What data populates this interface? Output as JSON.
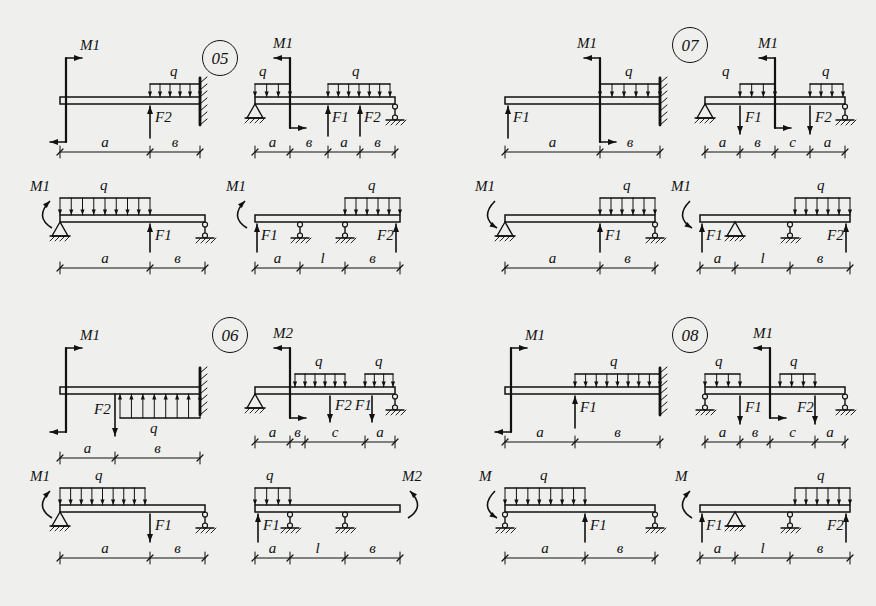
{
  "diagram": {
    "nodes": [
      {
        "text": [
          "05"
        ]
      },
      {
        "text": [
          "07"
        ]
      },
      {
        "text": [
          "06"
        ]
      },
      {
        "text": [
          "08"
        ]
      }
    ],
    "labels": [
      "M1",
      "q",
      "F2",
      "a",
      "в",
      "q",
      "M1",
      "q",
      "F1",
      "F2",
      "a",
      "в",
      "a",
      "в",
      "M1",
      "q",
      "F1",
      "a",
      "в",
      "M1",
      "q",
      "F1",
      "F2",
      "a",
      "l",
      "в",
      "F1",
      "M1",
      "q",
      "a",
      "в",
      "q",
      "M1",
      "q",
      "F1",
      "F2",
      "a",
      "в",
      "c",
      "a",
      "M1",
      "q",
      "F1",
      "a",
      "в",
      "M1",
      "q",
      "F1",
      "F2",
      "a",
      "l",
      "в",
      "M1",
      "F2",
      "q",
      "a",
      "в",
      "M2",
      "q",
      "q",
      "F2",
      "F1",
      "a",
      "в",
      "c",
      "a",
      "M1",
      "q",
      "F1",
      "a",
      "в",
      "q",
      "F1",
      "M2",
      "a",
      "l",
      "в",
      "M1",
      "q",
      "F1",
      "a",
      "в",
      "q",
      "M1",
      "q",
      "F1",
      "F2",
      "a",
      "в",
      "c",
      "a",
      "M",
      "q",
      "F1",
      "a",
      "в",
      "M",
      "q",
      "F1",
      "F2",
      "a",
      "l",
      "в"
    ]
  }
}
